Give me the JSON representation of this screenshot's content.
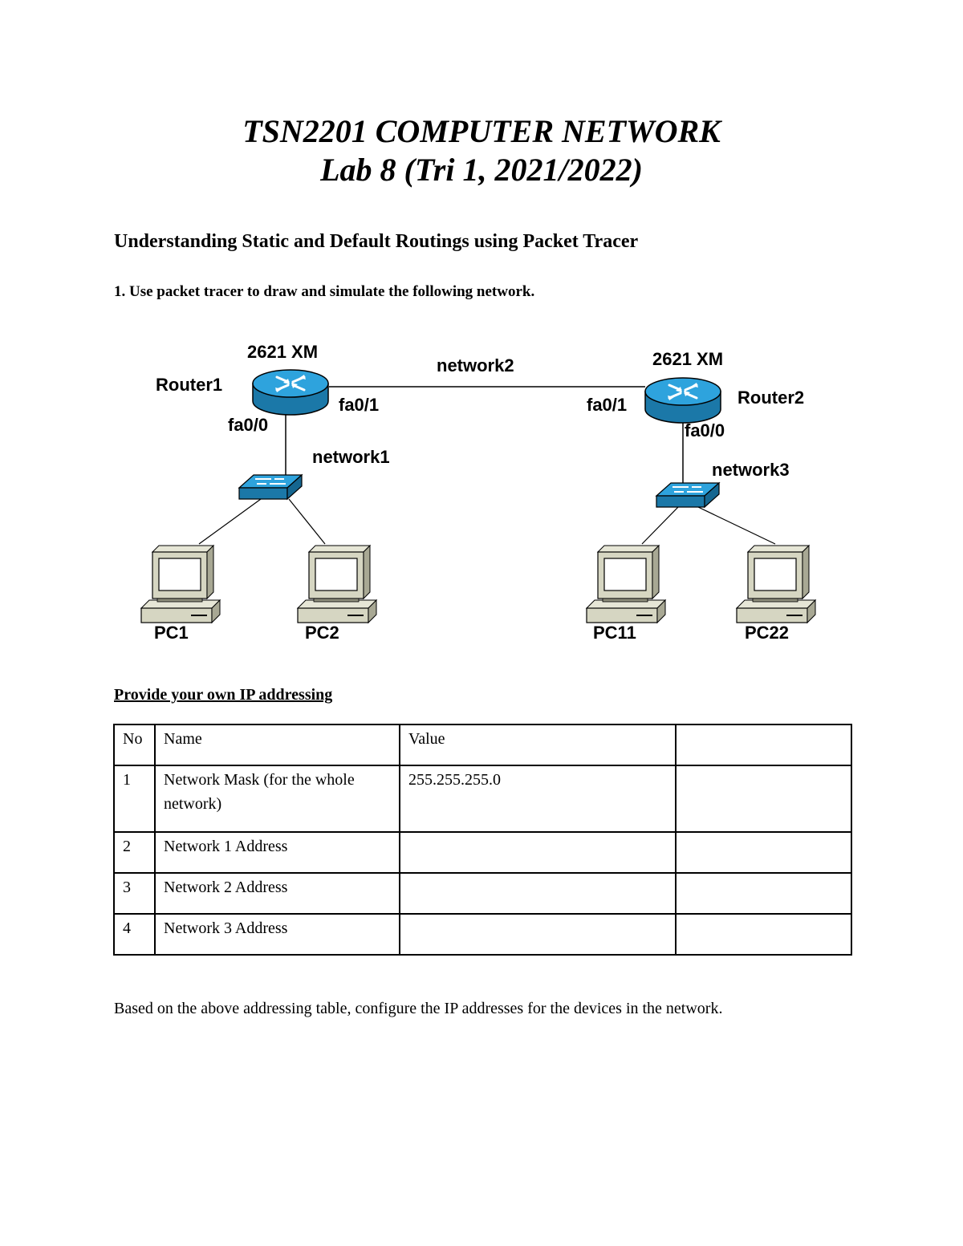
{
  "document": {
    "title_line1": "TSN2201 COMPUTER NETWORK",
    "title_line2": "Lab 8 (Tri 1, 2021/2022)",
    "section_heading": "Understanding Static and Default Routings using Packet Tracer",
    "instruction": "1. Use packet tracer to draw and simulate the following network.",
    "ip_heading": "Provide your own IP addressing",
    "footer_text": "Based on the above addressing table, configure the IP addresses for the devices in the network."
  },
  "diagram": {
    "router1": {
      "model": "2621 XM",
      "name": "Router1",
      "port_left": "fa0/0",
      "port_right": "fa0/1"
    },
    "router2": {
      "model": "2621 XM",
      "name": "Router2",
      "port_left": "fa0/1",
      "port_bottom": "fa0/0"
    },
    "networks": {
      "network1": "network1",
      "network2": "network2",
      "network3": "network3"
    },
    "pcs": {
      "pc1": "PC1",
      "pc2": "PC2",
      "pc11": "PC11",
      "pc22": "PC22"
    },
    "colors": {
      "device_blue": "#2ea3dd",
      "device_blue_dark": "#1b78a8",
      "pc_beige": "#d6d6c2",
      "pc_dark": "#8c8c7a"
    }
  },
  "table": {
    "headers": [
      "No",
      "Name",
      "Value",
      ""
    ],
    "rows": [
      [
        "1",
        "Network Mask (for the whole network)",
        "255.255.255.0",
        ""
      ],
      [
        "2",
        "Network 1 Address",
        "",
        ""
      ],
      [
        "3",
        "Network 2 Address",
        "",
        ""
      ],
      [
        "4",
        "Network 3 Address",
        "",
        ""
      ]
    ]
  }
}
